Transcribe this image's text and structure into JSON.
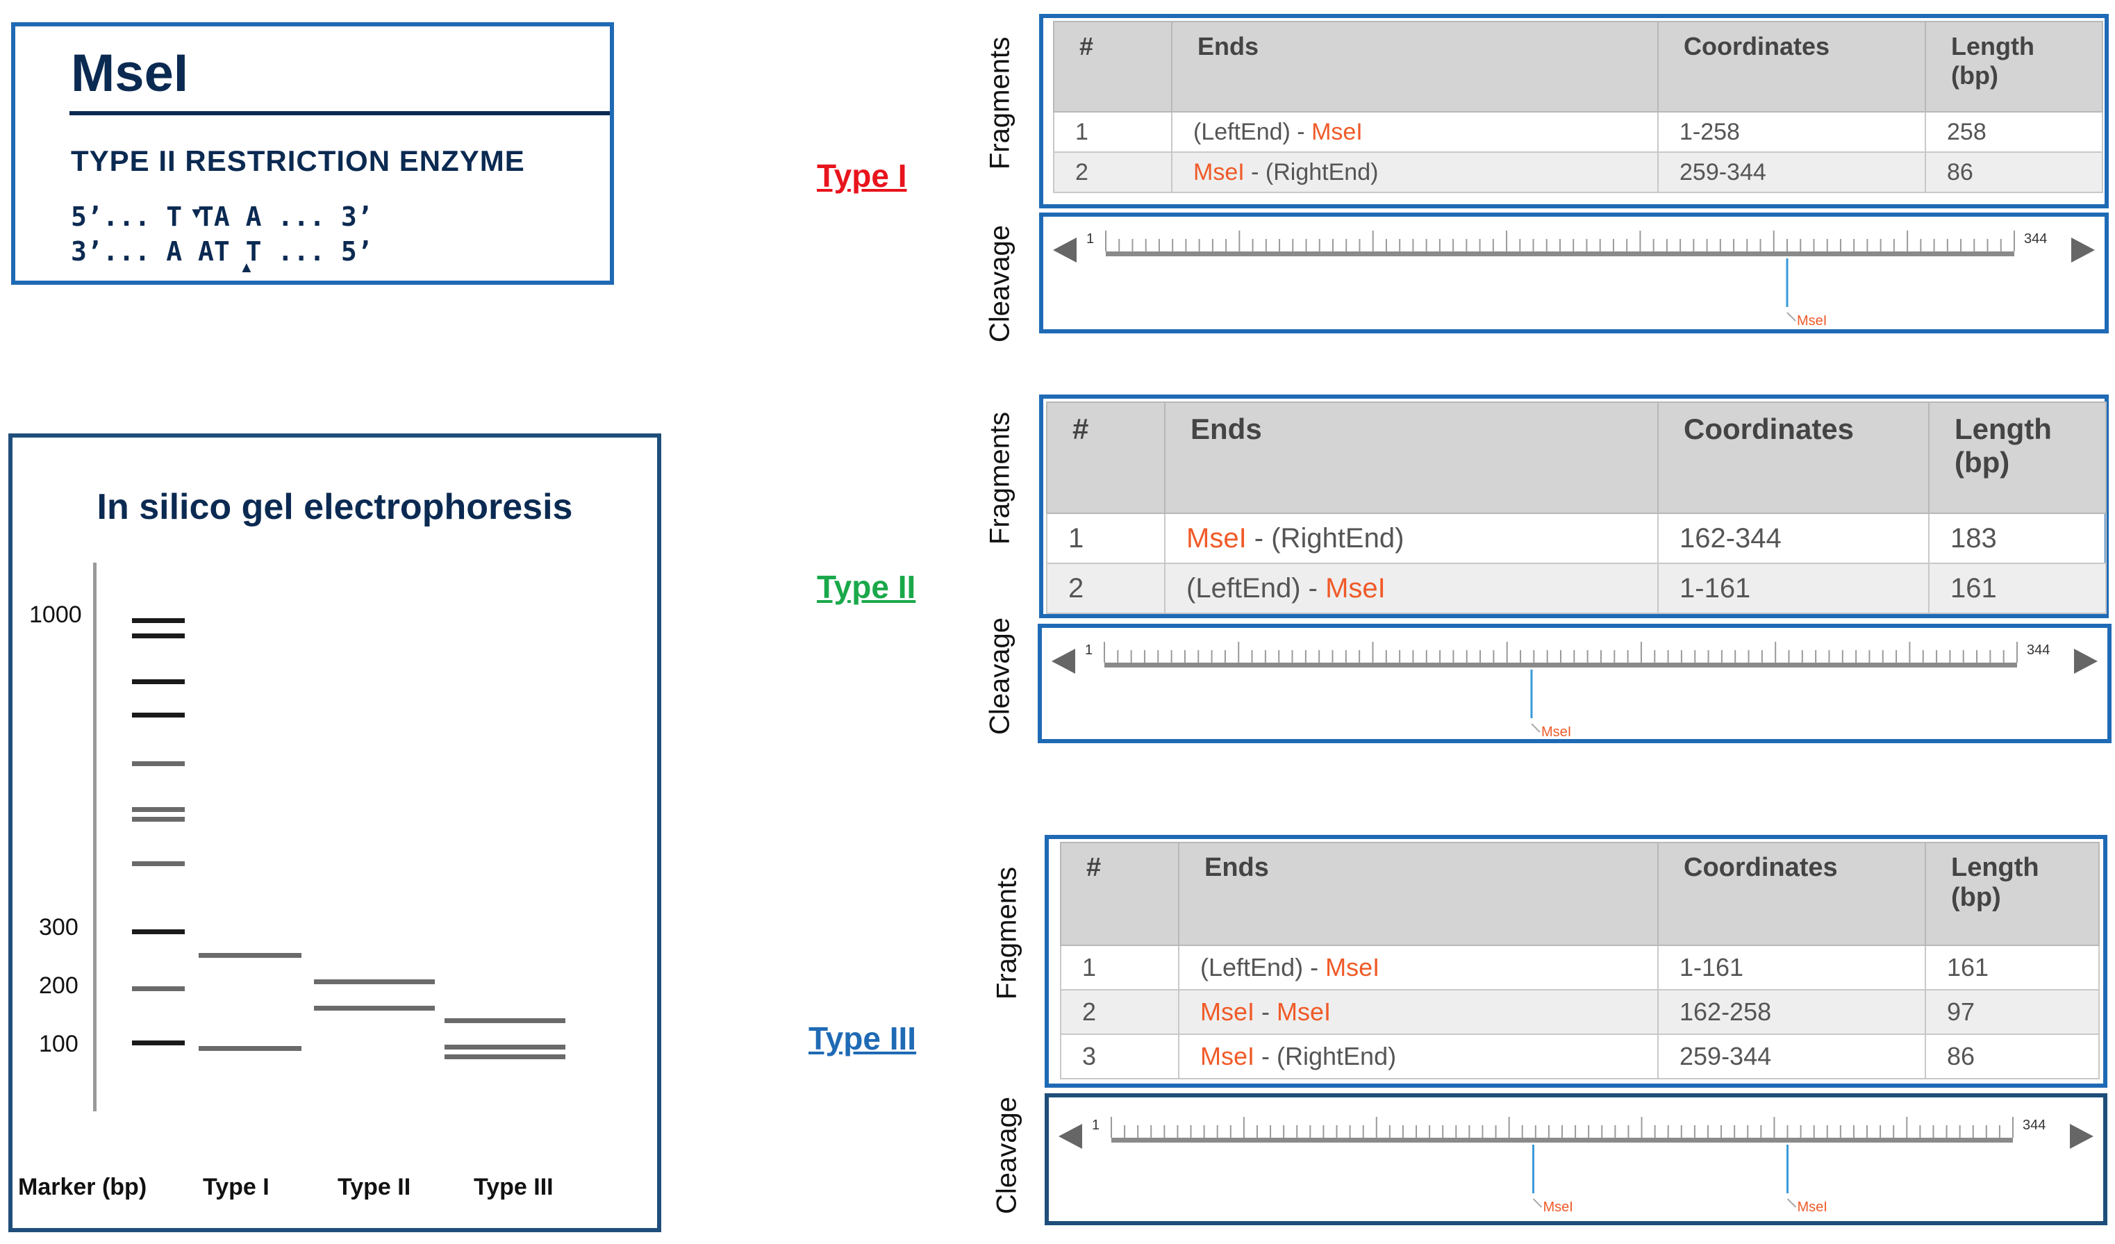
{
  "enzyme": {
    "name": "MseI",
    "type_label": "TYPE II RESTRICTION ENZYME",
    "seq_top": "5’... T TA A ... 3’",
    "seq_bottom": "3’... A AT T ... 5’"
  },
  "gel": {
    "title": "In silico gel electrophoresis",
    "axis_labels": [
      "1000",
      "300",
      "200",
      "100"
    ],
    "lanes": [
      "Marker (bp)",
      "Type I",
      "Type II",
      "Type III"
    ]
  },
  "types": [
    {
      "label": "Type I",
      "color": "#e8141c"
    },
    {
      "label": "Type II",
      "color": "#1aa84a"
    },
    {
      "label": "Type III",
      "color": "#1f6ab5"
    }
  ],
  "side_labels": {
    "fragments": "Fragments",
    "cleavage": "Cleavage"
  },
  "columns": [
    "#",
    "Ends",
    "Coordinates",
    "Length (bp)"
  ],
  "tables": [
    {
      "rows": [
        {
          "n": "1",
          "left": "(LeftEnd)",
          "right": "MseI",
          "left_enz": false,
          "right_enz": true,
          "coords": "1-258",
          "len": "258"
        },
        {
          "n": "2",
          "left": "MseI",
          "right": "(RightEnd)",
          "left_enz": true,
          "right_enz": false,
          "coords": "259-344",
          "len": "86"
        }
      ]
    },
    {
      "rows": [
        {
          "n": "1",
          "left": "MseI",
          "right": "(RightEnd)",
          "left_enz": true,
          "right_enz": false,
          "coords": "162-344",
          "len": "183"
        },
        {
          "n": "2",
          "left": "(LeftEnd)",
          "right": "MseI",
          "left_enz": false,
          "right_enz": true,
          "coords": "1-161",
          "len": "161"
        }
      ]
    },
    {
      "rows": [
        {
          "n": "1",
          "left": "(LeftEnd)",
          "right": "MseI",
          "left_enz": false,
          "right_enz": true,
          "coords": "1-161",
          "len": "161"
        },
        {
          "n": "2",
          "left": "MseI",
          "right": "MseI",
          "left_enz": true,
          "right_enz": true,
          "coords": "162-258",
          "len": "97"
        },
        {
          "n": "3",
          "left": "MseI",
          "right": "(RightEnd)",
          "left_enz": true,
          "right_enz": false,
          "coords": "259-344",
          "len": "86"
        }
      ]
    }
  ],
  "cleavage": {
    "start_label": "1",
    "end_label": "344",
    "sequence_length": 344,
    "site_label": "MseI",
    "maps": [
      {
        "sites": [
          258
        ]
      },
      {
        "sites": [
          161
        ]
      },
      {
        "sites": [
          161,
          258
        ]
      }
    ]
  },
  "colors": {
    "enzyme": "#f05a28",
    "border": "#1f6ab5",
    "site_line": "#3a9ad9"
  }
}
